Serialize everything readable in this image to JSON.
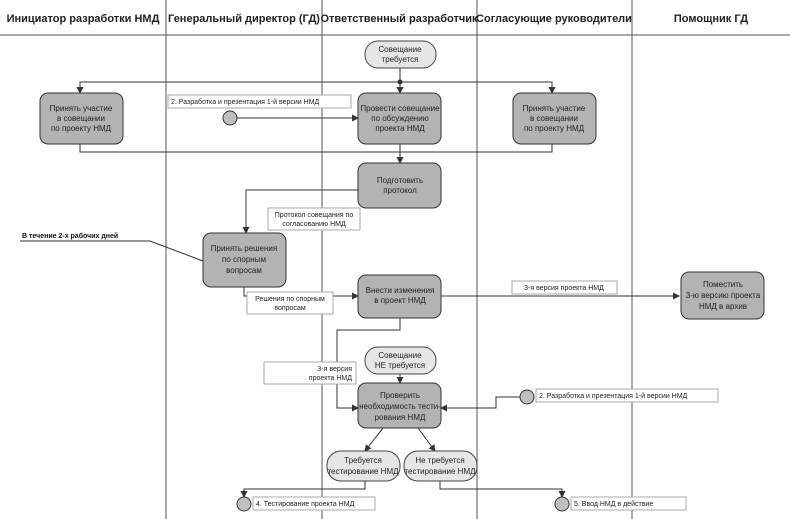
{
  "lanes": [
    "Инициатор разработки НМД",
    "Генеральный директор (ГД)",
    "Ответственный разработчик",
    "Согласующие руководители",
    "Помощник ГД"
  ],
  "states": {
    "meeting_required": [
      "Совещание",
      "требуется"
    ],
    "meeting_not_required": [
      "Совещание",
      "НЕ требуется"
    ],
    "testing_required": [
      "Требуется",
      "тестирование НМД"
    ],
    "testing_not_required": [
      "Не требуется",
      "тестирование НМД"
    ]
  },
  "activities": {
    "initiator_participate": [
      "Принять участие",
      "в совещании",
      "по проекту НМД"
    ],
    "hold_meeting": [
      "Провести совещание",
      "по обсуждению",
      "проекта НМД"
    ],
    "approvers_participate": [
      "Принять участие",
      "в совещании",
      "по проекту НМД"
    ],
    "prepare_protocol": [
      "Подготовить",
      "протокол"
    ],
    "decide_disputes": [
      "Принять решения",
      "по спорным",
      "вопросам"
    ],
    "make_changes": [
      "Внести изменения",
      "в проект НМД"
    ],
    "archive_version": [
      "Поместить",
      "3-ю версию проекта",
      "НМД в архив"
    ],
    "check_testing": [
      "Проверить",
      "необходимость тести-",
      "рования НМД"
    ]
  },
  "notes": {
    "dev_presentation_top": "2. Разработка и презентация 1-й версии НМД",
    "protocol_to_approve": [
      "Протокол совещания по",
      "согласованию НМД"
    ],
    "within_two_days": "В течение 2-х рабочих дней",
    "dispute_decisions": [
      "Решения по спорным",
      "вопросам"
    ],
    "third_version_archive": "3-я версия проекта НМД",
    "third_version_left": [
      "3-я версия",
      "проекта НМД"
    ],
    "dev_presentation_right": "2. Разработка и презентация 1-й версии НМД",
    "testing_project": "4. Тестирование проекта НМД",
    "enact_nmd": "5. Ввод НМД в действие"
  },
  "colors": {
    "activity_fill": "#b3b3b3",
    "state_fill": "#e6e6e6",
    "connector_fill": "#bfbfbf",
    "line": "#333333"
  }
}
